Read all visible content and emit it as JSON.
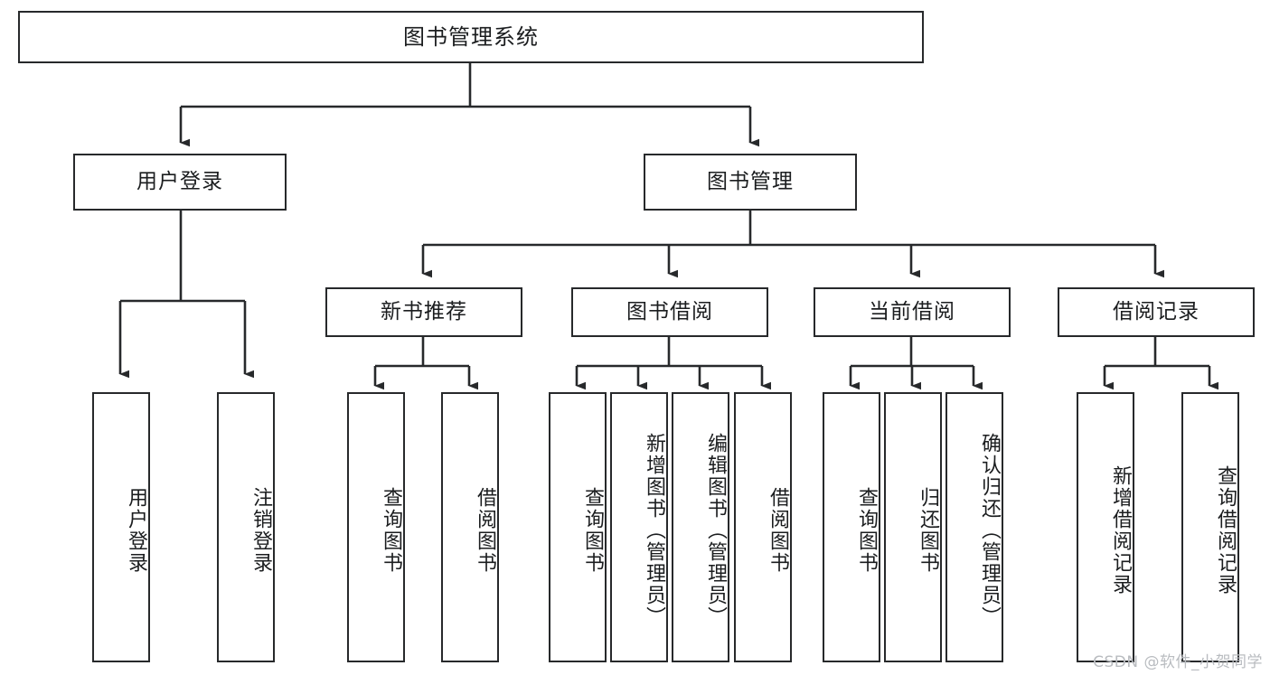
{
  "diagram": {
    "title": "图书管理系统",
    "watermark": "CSDN @软件_小贺同学",
    "stroke_color": "#27292b",
    "text_color": "#1b1d1f",
    "background_color": "#ffffff",
    "watermark_color": "#b9bcc0"
  },
  "nodes": {
    "root": {
      "label": "图书管理系统"
    },
    "level2": [
      {
        "label": "用户登录"
      },
      {
        "label": "图书管理"
      }
    ],
    "level3": [
      {
        "label": "新书推荐"
      },
      {
        "label": "图书借阅"
      },
      {
        "label": "当前借阅"
      },
      {
        "label": "借阅记录"
      }
    ],
    "leaves": {
      "user_login": [
        {
          "label": "用户登录"
        },
        {
          "label": "注销登录"
        }
      ],
      "new_book_recommend": [
        {
          "label": "查询图书"
        },
        {
          "label": "借阅图书"
        }
      ],
      "book_borrow": [
        {
          "label": "查询图书"
        },
        {
          "label": "新增图书（管理员）"
        },
        {
          "label": "编辑图书（管理员）"
        },
        {
          "label": "借阅图书"
        }
      ],
      "current_borrow": [
        {
          "label": "查询图书"
        },
        {
          "label": "归还图书"
        },
        {
          "label": "确认归还（管理员）"
        }
      ],
      "borrow_records": [
        {
          "label": "新增借阅记录"
        },
        {
          "label": "查询借阅记录"
        }
      ]
    }
  },
  "tree": {
    "type": "tree-diagram",
    "root": "图书管理系统",
    "edges": [
      [
        "图书管理系统",
        "用户登录"
      ],
      [
        "图书管理系统",
        "图书管理"
      ],
      [
        "用户登录",
        "用户登录"
      ],
      [
        "用户登录",
        "注销登录"
      ],
      [
        "图书管理",
        "新书推荐"
      ],
      [
        "图书管理",
        "图书借阅"
      ],
      [
        "图书管理",
        "当前借阅"
      ],
      [
        "图书管理",
        "借阅记录"
      ],
      [
        "新书推荐",
        "查询图书"
      ],
      [
        "新书推荐",
        "借阅图书"
      ],
      [
        "图书借阅",
        "查询图书"
      ],
      [
        "图书借阅",
        "新增图书（管理员）"
      ],
      [
        "图书借阅",
        "编辑图书（管理员）"
      ],
      [
        "图书借阅",
        "借阅图书"
      ],
      [
        "当前借阅",
        "查询图书"
      ],
      [
        "当前借阅",
        "归还图书"
      ],
      [
        "当前借阅",
        "确认归还（管理员）"
      ],
      [
        "借阅记录",
        "新增借阅记录"
      ],
      [
        "借阅记录",
        "查询借阅记录"
      ]
    ]
  }
}
